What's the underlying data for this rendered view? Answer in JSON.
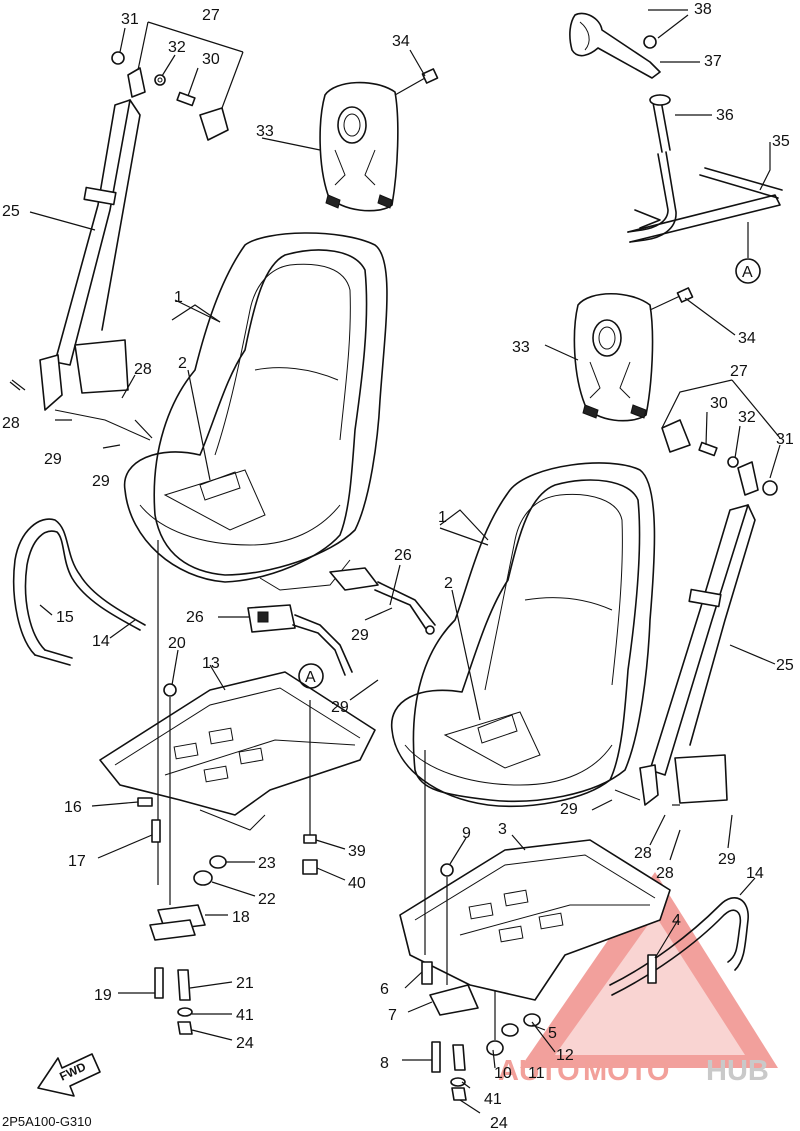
{
  "diagram_code": "2P5A100-G310",
  "fwd_label": "FWD",
  "ref_marker": "A",
  "watermark": {
    "part1": "AUTO",
    "part2": "MOTO",
    "part3": "HUB",
    "accent_color": "#e8524a",
    "gray_color": "#b5b5b5"
  },
  "callouts": {
    "c1a": "1",
    "c2a": "2",
    "c1b": "1",
    "c2b": "2",
    "c3": "3",
    "c4": "4",
    "c5": "5",
    "c6": "6",
    "c7": "7",
    "c8": "8",
    "c9": "9",
    "c10": "10",
    "c11": "11",
    "c12": "12",
    "c13": "13",
    "c14a": "14",
    "c14b": "14",
    "c15": "15",
    "c16": "16",
    "c17": "17",
    "c18": "18",
    "c19": "19",
    "c20": "20",
    "c21": "21",
    "c22": "22",
    "c23": "23",
    "c24a": "24",
    "c24b": "24",
    "c25a": "25",
    "c25b": "25",
    "c26a": "26",
    "c26b": "26",
    "c27a": "27",
    "c27b": "27",
    "c28a": "28",
    "c28b": "28",
    "c28c": "28",
    "c28d": "28",
    "c29a": "29",
    "c29b": "29",
    "c29c": "29",
    "c29d": "29",
    "c29e": "29",
    "c29f": "29",
    "c30a": "30",
    "c30b": "30",
    "c31a": "31",
    "c31b": "31",
    "c32a": "32",
    "c32b": "32",
    "c33a": "33",
    "c33b": "33",
    "c34a": "34",
    "c34b": "34",
    "c35": "35",
    "c36": "36",
    "c37": "37",
    "c38": "38",
    "c39": "39",
    "c40": "40",
    "c41a": "41",
    "c41b": "41"
  }
}
